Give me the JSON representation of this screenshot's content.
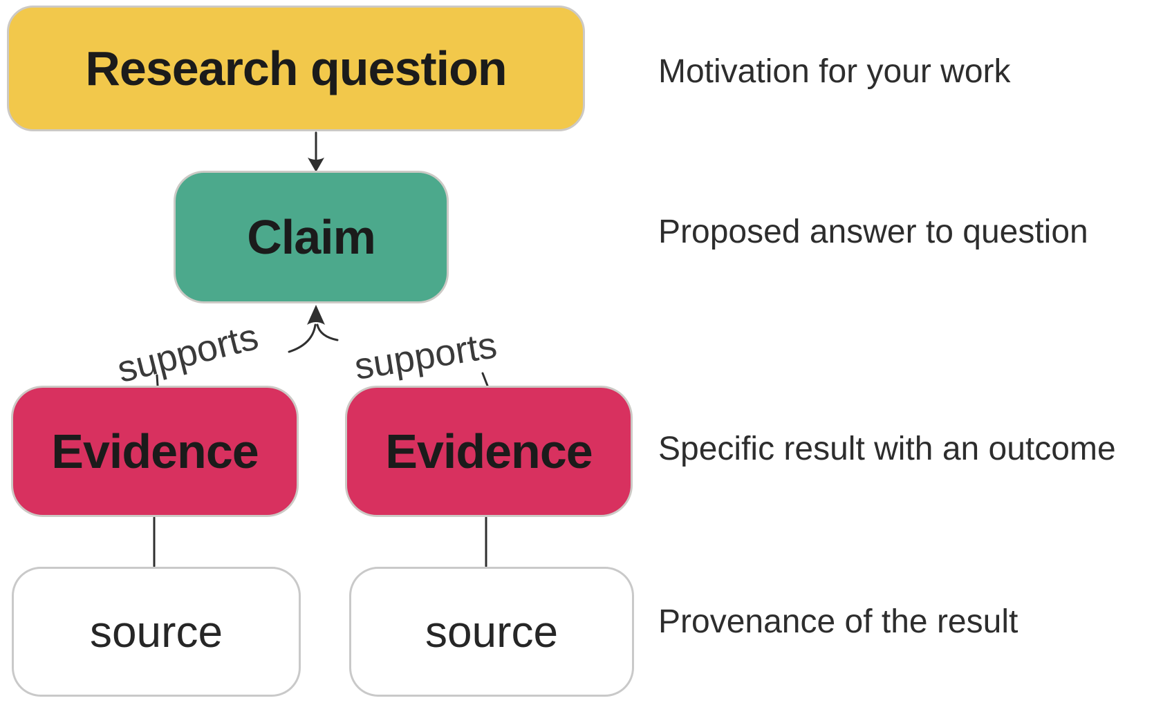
{
  "diagram": {
    "nodes": {
      "research_question": "Research question",
      "claim": "Claim",
      "evidence_left": "Evidence",
      "evidence_right": "Evidence",
      "source_left": "source",
      "source_right": "source"
    },
    "edge_labels": {
      "supports_left": "supports",
      "supports_right": "supports"
    },
    "annotations": {
      "research_question": "Motivation for your work",
      "claim": "Proposed answer to question",
      "evidence": "Specific result with an outcome",
      "source": "Provenance of the result"
    },
    "colors": {
      "research_question": "#F2C84B",
      "claim": "#4CA98C",
      "evidence": "#D8315F",
      "source_fill": "#FFFFFF",
      "box_border": "#CCC9C5",
      "source_border": "#C9C9C9",
      "line": "#2F2F2F",
      "label_text": "#1B1B1B",
      "annotation_text": "#2D2D2D"
    }
  }
}
